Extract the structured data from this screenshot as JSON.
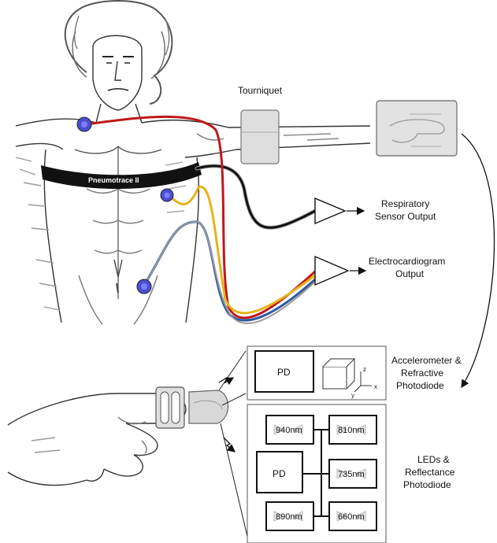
{
  "labels": {
    "tourniquet": "Tourniquet",
    "pneumotrace": "Pneumotrace II",
    "respiratory_1": "Respiratory",
    "respiratory_2": "Sensor Output",
    "ecg_1": "Electrocardiogram",
    "ecg_2": "Output",
    "accel_1": "Accelerometer &",
    "accel_2": "Refractive",
    "accel_3": "Photodiode",
    "leds_1": "LEDs &",
    "leds_2": "Reflectance",
    "leds_3": "Photodiode",
    "pd_top": "PD",
    "pd_bottom": "PD",
    "axis_x": "x",
    "axis_y": "y",
    "axis_z": "z"
  },
  "led_wavelengths": {
    "led_940": "940nm",
    "led_810": "810nm",
    "led_735": "735nm",
    "led_890": "890nm",
    "led_660": "660nm"
  },
  "colors": {
    "ecg_red": "#c0171b",
    "ecg_yellow": "#e8b21a",
    "ecg_blue": "#2f5aa0",
    "resp_black": "#111111",
    "electrode": "#4a4fd0"
  }
}
